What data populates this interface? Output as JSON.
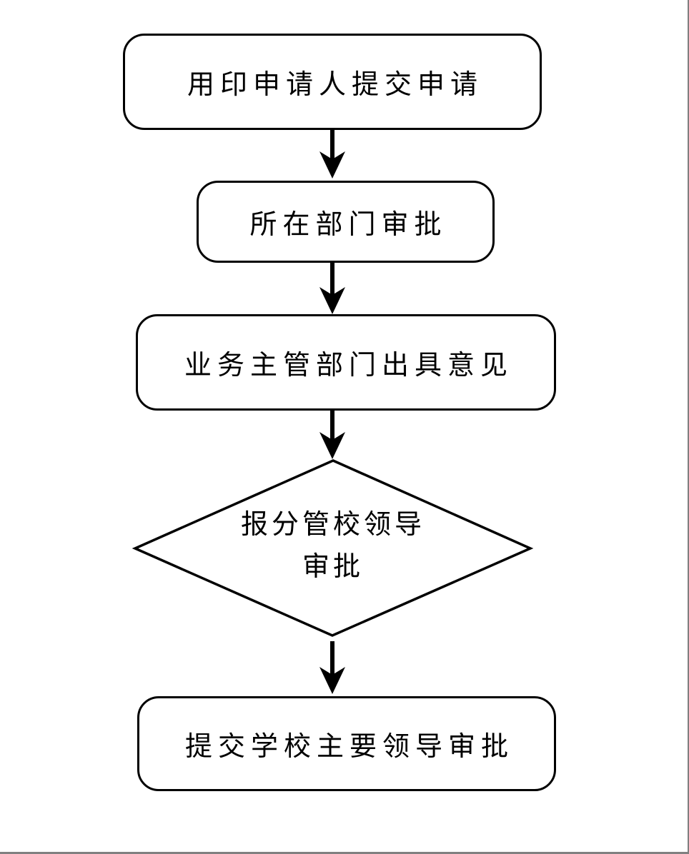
{
  "page": {
    "background": "#ffffff",
    "border_color": "#808080"
  },
  "flowchart": {
    "type": "flowchart",
    "direction": "top-down",
    "stroke_color": "#000000",
    "fill_color": "#ffffff",
    "nodes": [
      {
        "id": "seal-application-submit",
        "shape": "rounded-rectangle",
        "label": "用印申请人提交申请"
      },
      {
        "id": "department-approval",
        "shape": "rounded-rectangle",
        "label": "所在部门审批"
      },
      {
        "id": "business-dept-opinion",
        "shape": "rounded-rectangle",
        "label": "业务主管部门出具意见"
      },
      {
        "id": "vice-leader-approval",
        "shape": "diamond",
        "label": "报分管校领导审批",
        "lines": [
          "报分管校领导",
          "审批"
        ]
      },
      {
        "id": "main-leader-approval",
        "shape": "rounded-rectangle",
        "label": "提交学校主要领导审批"
      }
    ],
    "edges": [
      {
        "from": "seal-application-submit",
        "to": "department-approval",
        "style": "arrow-down"
      },
      {
        "from": "department-approval",
        "to": "business-dept-opinion",
        "style": "arrow-down"
      },
      {
        "from": "business-dept-opinion",
        "to": "vice-leader-approval",
        "style": "arrow-down"
      },
      {
        "from": "vice-leader-approval",
        "to": "main-leader-approval",
        "style": "arrow-down"
      }
    ]
  }
}
